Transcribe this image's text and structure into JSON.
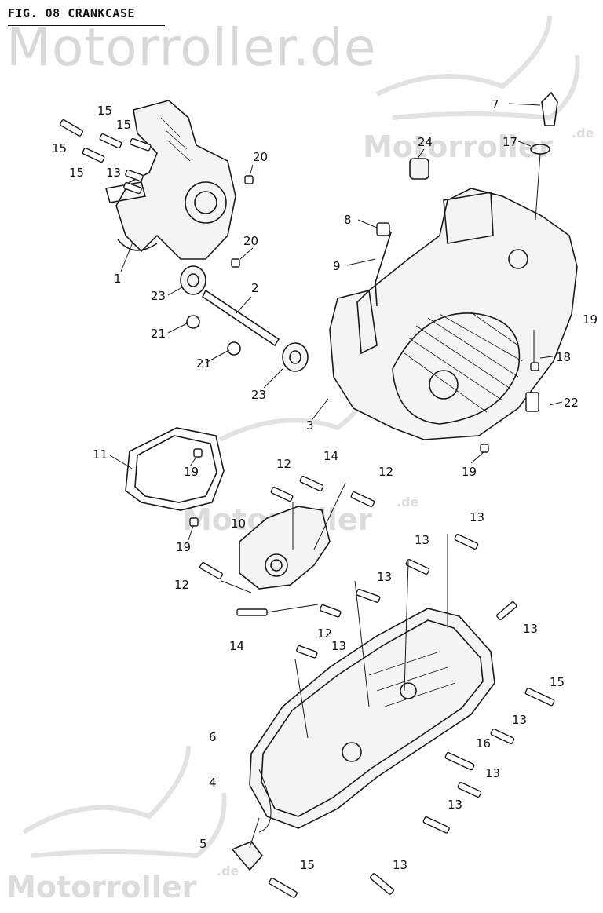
{
  "figure": {
    "title": "FIG. 08 CRANKCASE"
  },
  "watermarks": {
    "main": "Motorroller.de",
    "logo_word": "Motorroller",
    "logo_tld": ".de"
  },
  "callouts": [
    {
      "id": "c-15a",
      "label": "15"
    },
    {
      "id": "c-15b",
      "label": "15"
    },
    {
      "id": "c-15c",
      "label": "15"
    },
    {
      "id": "c-15d",
      "label": "15"
    },
    {
      "id": "c-13a",
      "label": "13"
    },
    {
      "id": "c-20a",
      "label": "20"
    },
    {
      "id": "c-20b",
      "label": "20"
    },
    {
      "id": "c-1",
      "label": "1"
    },
    {
      "id": "c-23a",
      "label": "23"
    },
    {
      "id": "c-2",
      "label": "2"
    },
    {
      "id": "c-21a",
      "label": "21"
    },
    {
      "id": "c-21b",
      "label": "21"
    },
    {
      "id": "c-23b",
      "label": "23"
    },
    {
      "id": "c-3",
      "label": "3"
    },
    {
      "id": "c-7",
      "label": "7"
    },
    {
      "id": "c-17",
      "label": "17"
    },
    {
      "id": "c-24",
      "label": "24"
    },
    {
      "id": "c-8",
      "label": "8"
    },
    {
      "id": "c-9",
      "label": "9"
    },
    {
      "id": "c-19a",
      "label": "19"
    },
    {
      "id": "c-18",
      "label": "18"
    },
    {
      "id": "c-22",
      "label": "22"
    },
    {
      "id": "c-19b",
      "label": "19"
    },
    {
      "id": "c-11",
      "label": "11"
    },
    {
      "id": "c-19c",
      "label": "19"
    },
    {
      "id": "c-19d",
      "label": "19"
    },
    {
      "id": "c-12a",
      "label": "12"
    },
    {
      "id": "c-14a",
      "label": "14"
    },
    {
      "id": "c-12b",
      "label": "12"
    },
    {
      "id": "c-10",
      "label": "10"
    },
    {
      "id": "c-13b",
      "label": "13"
    },
    {
      "id": "c-13c",
      "label": "13"
    },
    {
      "id": "c-12c",
      "label": "12"
    },
    {
      "id": "c-13d",
      "label": "13"
    },
    {
      "id": "c-12d",
      "label": "12"
    },
    {
      "id": "c-14b",
      "label": "14"
    },
    {
      "id": "c-13e",
      "label": "13"
    },
    {
      "id": "c-13f",
      "label": "13"
    },
    {
      "id": "c-15e",
      "label": "15"
    },
    {
      "id": "c-6",
      "label": "6"
    },
    {
      "id": "c-13g",
      "label": "13"
    },
    {
      "id": "c-16",
      "label": "16"
    },
    {
      "id": "c-4",
      "label": "4"
    },
    {
      "id": "c-13h",
      "label": "13"
    },
    {
      "id": "c-13i",
      "label": "13"
    },
    {
      "id": "c-5",
      "label": "5"
    },
    {
      "id": "c-15f",
      "label": "15"
    },
    {
      "id": "c-13j",
      "label": "13"
    }
  ]
}
